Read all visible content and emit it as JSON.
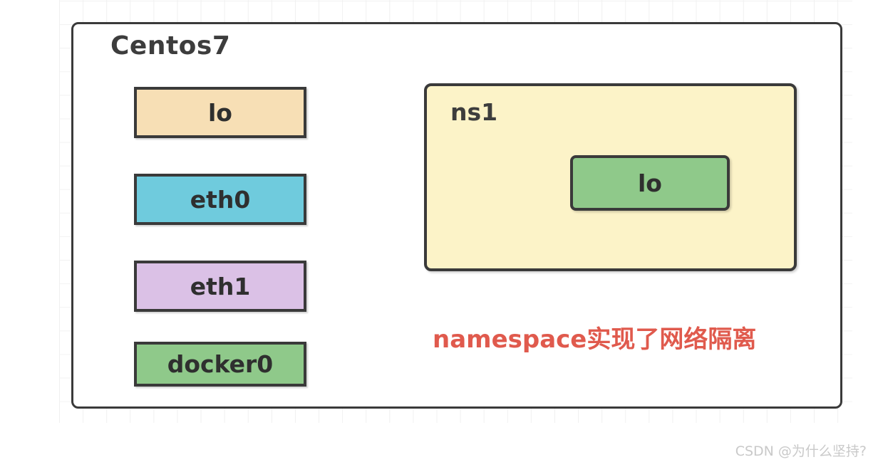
{
  "diagram": {
    "title": "Centos7",
    "background": {
      "grid_color": "#f0f0f0",
      "page_color": "#ffffff"
    },
    "host": {
      "label": "Centos7",
      "border_color": "#3a3a3a",
      "fill_color": "#ffffff",
      "interfaces": [
        {
          "label": "lo",
          "fill_color": "#f7dfb5",
          "border_color": "#3a3a3a"
        },
        {
          "label": "eth0",
          "fill_color": "#6fcbdd",
          "border_color": "#3a3a3a"
        },
        {
          "label": "eth1",
          "fill_color": "#dbc1e6",
          "border_color": "#3a3a3a"
        },
        {
          "label": "docker0",
          "fill_color": "#8fc98a",
          "border_color": "#3a3a3a"
        }
      ]
    },
    "namespace": {
      "label": "ns1",
      "fill_color": "#fcf3c8",
      "border_color": "#3a3a3a",
      "interfaces": [
        {
          "label": "lo",
          "fill_color": "#8fc98a",
          "border_color": "#3a3a3a"
        }
      ]
    },
    "annotation": {
      "text": "namespace实现了网络隔离",
      "color": "#e05a4d"
    },
    "watermark": {
      "text": "CSDN @为什么坚持?",
      "color": "#c9c9c9"
    }
  }
}
